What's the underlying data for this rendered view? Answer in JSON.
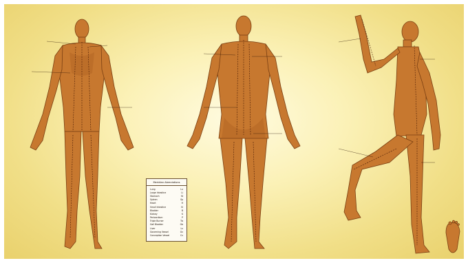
{
  "legend": {
    "title": "Meridian Abreviations",
    "rows": [
      {
        "name": "Lung",
        "abbr": "Lu"
      },
      {
        "name": "Large Intestine",
        "abbr": "Li"
      },
      {
        "name": "Stomach",
        "abbr": "St"
      },
      {
        "name": "Spleen",
        "abbr": "Sp"
      },
      {
        "name": "Heart",
        "abbr": "H"
      },
      {
        "name": "Small Intestine",
        "abbr": "Si"
      },
      {
        "name": "Bladder",
        "abbr": "B"
      },
      {
        "name": "Kidney",
        "abbr": "K"
      },
      {
        "name": "Pericardium",
        "abbr": "P"
      },
      {
        "name": "Triple Burner",
        "abbr": "Tb"
      },
      {
        "name": "Gall Bladder",
        "abbr": "Gb"
      },
      {
        "name": "Liver",
        "abbr": "Lv"
      },
      {
        "name": "Governing Vessel",
        "abbr": "Gv"
      },
      {
        "name": "Conception Vessel",
        "abbr": "Cv"
      }
    ]
  },
  "colors": {
    "background_center": "#fffbe0",
    "background_edge": "#e9d16c",
    "skin": "#c7782f",
    "meridian_lines": "#4a1c06"
  }
}
